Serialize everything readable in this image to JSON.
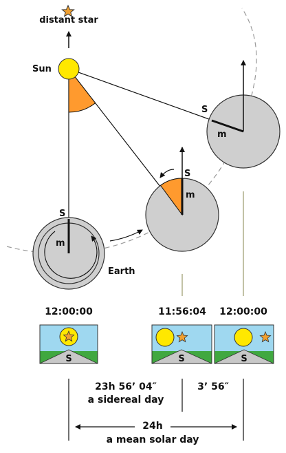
{
  "labels": {
    "distant_star": "distant star",
    "sun": "Sun",
    "earth": "Earth",
    "s": "S",
    "m": "m"
  },
  "times": {
    "t1": "12:00:00",
    "t2": "11:56:04",
    "t3": "12:00:00"
  },
  "durations": {
    "sidereal_time": "23h 56’ 04″",
    "sidereal_label": "a sidereal day",
    "extra_time": "3’ 56″",
    "solar_time": "24h",
    "solar_label": "a mean solar day"
  },
  "colors": {
    "sun": "#ffe800",
    "sky": "#9fd8f0",
    "grass": "#40a840",
    "ground": "#c8c8c8",
    "angle_wedge": "#ff9a2e",
    "earth": "#cfcfcf",
    "star": "#f0a030",
    "guide_line": "#9a9a6a"
  }
}
